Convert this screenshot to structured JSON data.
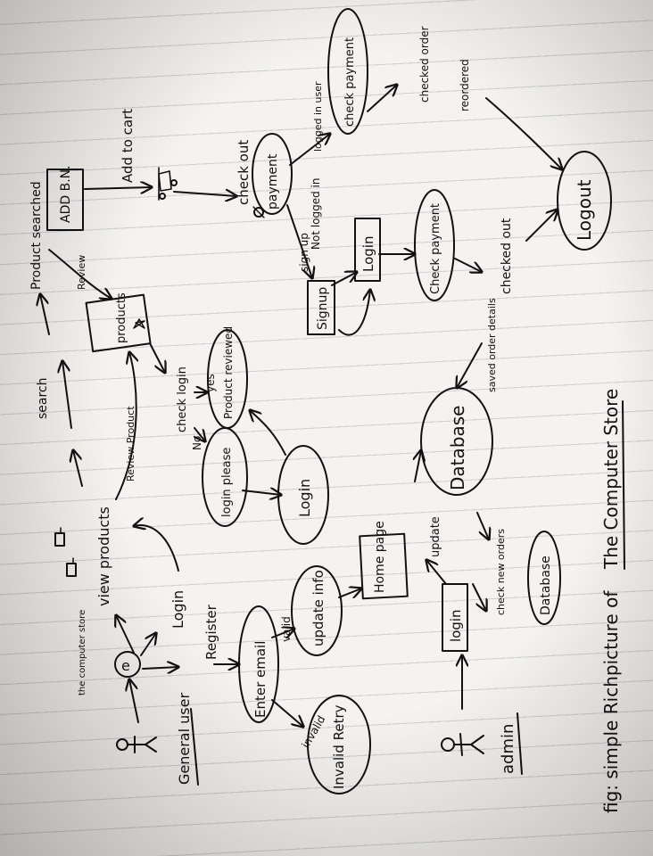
{
  "caption": {
    "prefix": "fig: simple Richpicture of",
    "title": "The Computer Store"
  },
  "actors": {
    "general_user": "General user",
    "admin": "admin"
  },
  "store_hub": "the computer store",
  "edges": {
    "login": "Login",
    "register": "Register",
    "view_products": "view products",
    "review_product": "Review Product",
    "search": "search",
    "product_searched": "Product searched",
    "review": "Review",
    "add_to_cart": "Add to cart",
    "checkout": "check out",
    "check_login": "check login",
    "no": "No",
    "yes": "yes",
    "valid": "valid",
    "invalid": "invalid",
    "not_logged_in": "Not logged in",
    "logged_in_user": "logged in user",
    "sign_up": "sign up",
    "checked_out": "checked out",
    "saved_order_details": "saved order details",
    "checked_order": "checked order",
    "reordered": "reordered",
    "check_new_orders": "check new orders",
    "update": "update"
  },
  "nodes": {
    "login_please": "login please",
    "login_left": "Login",
    "product_reviewed": "Product reviewed",
    "products": "products",
    "add_bn": "ADD B.N.",
    "enter_email": "Enter email",
    "invalid_retry": "Invalid Retry",
    "update_info": "update info",
    "home_page": "Home page",
    "admin_login": "login",
    "database": "Database",
    "database_small": "Database",
    "sign_up": "Signup",
    "login_mid": "Login",
    "check_payment_mid": "Check payment",
    "payment": "payment",
    "check_payment_top": "check payment",
    "logout": "Logout"
  }
}
